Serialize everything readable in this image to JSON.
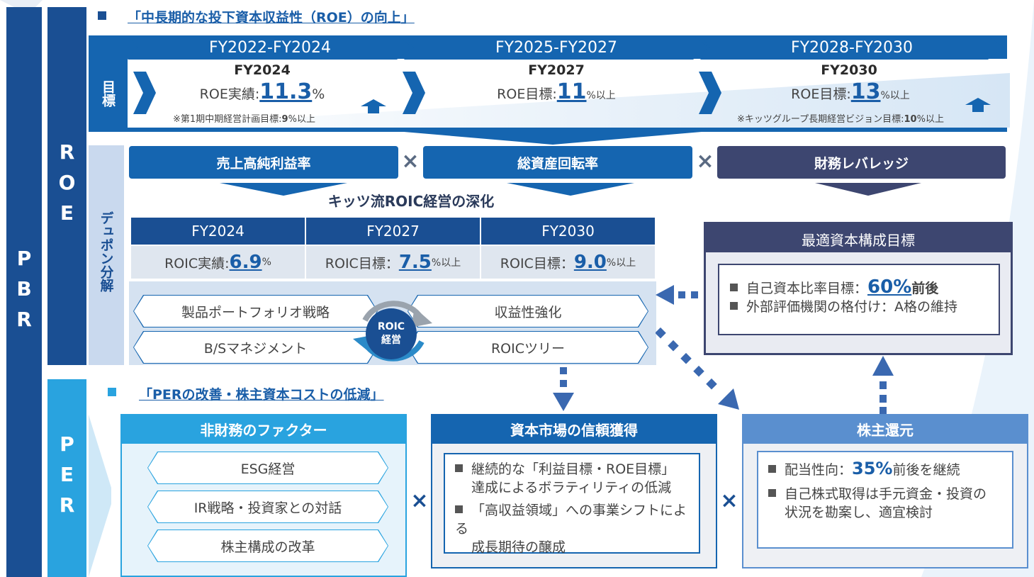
{
  "side": {
    "pbr": "PBR",
    "roe": "ROE",
    "per": "PER"
  },
  "roe_section": {
    "title": "「中長期的な投下資本収益性（ROE）の向上」",
    "target_label": "目標",
    "periods": [
      "FY2022-FY2024",
      "FY2025-FY2027",
      "FY2028-FY2030"
    ],
    "targets": [
      {
        "year": "FY2024",
        "label": "ROE実績:",
        "value": "11.3",
        "unit": "%",
        "note_prefix": "※第1期中期経営計画目標:",
        "note_value": "9",
        "note_suffix": "%以上"
      },
      {
        "year": "FY2027",
        "label": "ROE目標:",
        "value": "11",
        "unit": "%以上"
      },
      {
        "year": "FY2030",
        "label": "ROE目標:",
        "value": "13",
        "unit": "%以上",
        "note_prefix": "※キッツグループ長期経営ビジョン目標:",
        "note_value": "10",
        "note_suffix": "%以上"
      }
    ]
  },
  "dupont": {
    "label": "デュポン分解",
    "factors": [
      "売上高純利益率",
      "総資産回転率",
      "財務レバレッジ"
    ],
    "times": "×",
    "subtitle": "キッツ流ROIC経営の深化",
    "roic_years": [
      "FY2024",
      "FY2027",
      "FY2030"
    ],
    "roic_values": [
      {
        "label": "ROIC実績:",
        "value": "6.9",
        "unit": "%"
      },
      {
        "label": "ROIC目標：",
        "value": "7.5",
        "unit": "%以上"
      },
      {
        "label": "ROIC目標：",
        "value": "9.0",
        "unit": "%以上"
      }
    ],
    "cycle_items": [
      "製品ポートフォリオ戦略",
      "収益性強化",
      "B/Sマネジメント",
      "ROICツリー"
    ],
    "cycle_center_1": "ROIC",
    "cycle_center_2": "経営"
  },
  "capital": {
    "title": "最適資本構成目標",
    "line1_prefix": "自己資本比率目標：",
    "line1_value": "60%",
    "line1_suffix": "前後",
    "line2": "外部評価機関の格付け：A格の維持"
  },
  "per_section": {
    "title": "「PERの改善・株主資本コストの低減」",
    "nonfin": {
      "title": "非財務のファクター",
      "items": [
        "ESG経営",
        "IR戦略・投資家との対話",
        "株主構成の改革"
      ]
    },
    "trust": {
      "title": "資本市場の信頼獲得",
      "b1_l1": "継続的な「利益目標・ROE目標」",
      "b1_l2": "達成によるボラティリティの低減",
      "b2_l1": "「高収益領域」への事業シフトによる",
      "b2_l2": "成長期待の醸成"
    },
    "return": {
      "title": "株主還元",
      "b1_prefix": "配当性向：",
      "b1_value": "35%",
      "b1_suffix": "前後を継続",
      "b2_l1": "自己株式取得は手元資金・投資の",
      "b2_l2": "状況を勘案し、適宜検討"
    },
    "times": "×"
  },
  "colors": {
    "navy": "#1a4f93",
    "blue": "#1565b0",
    "sky": "#29a3df",
    "purple": "#3d4670"
  }
}
